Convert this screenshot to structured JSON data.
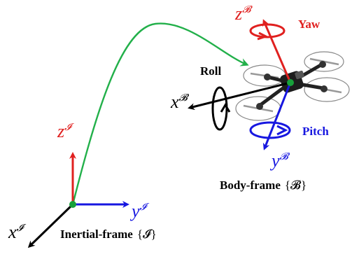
{
  "colors": {
    "red": "#e0201f",
    "blue": "#1717e0",
    "black": "#000000",
    "green": "#17a03a",
    "trajectory": "#22b04a"
  },
  "inertial": {
    "z_base": "z",
    "z_sup": "𝓘",
    "y_base": "y",
    "y_sup": "𝓘",
    "x_base": "x",
    "x_sup": "𝓘",
    "frame_label": "Inertial-frame",
    "frame_symbol": "{𝓘}"
  },
  "body": {
    "z_base": "z",
    "z_sup": "𝓑",
    "y_base": "y",
    "y_sup": "𝓑",
    "x_base": "x",
    "x_sup": "𝓑",
    "frame_label": "Body-frame",
    "frame_symbol": "{𝓑}"
  },
  "rotations": {
    "yaw": "Yaw",
    "roll": "Roll",
    "pitch": "Pitch"
  },
  "icons": [
    "quadcopter-drone-icon"
  ]
}
